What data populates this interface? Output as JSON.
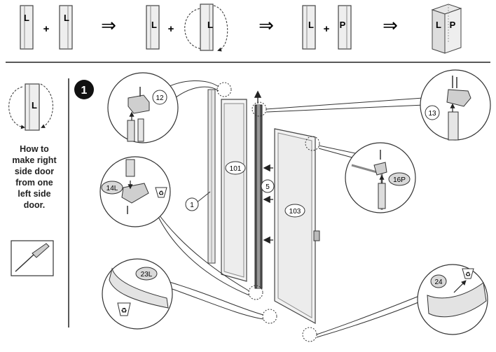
{
  "top_sequence": {
    "panel_left": "L",
    "panel_right": "P",
    "plus": "+",
    "arrow": "⇒"
  },
  "step": {
    "number": "1"
  },
  "side_note": {
    "text": "How to\nmake right\nside door\nfrom one\nleft side\ndoor."
  },
  "callouts": {
    "c12": "12",
    "c13": "13",
    "c14L": "14L",
    "c16P": "16P",
    "c23L": "23L",
    "c24": "24"
  },
  "parts": {
    "p1": "1",
    "p101": "101",
    "p5": "5",
    "p103": "103"
  },
  "icons": {
    "recycle": "recycle-icon",
    "screwdriver": "screwdriver-icon",
    "rotate": "rotate-arrow-icon"
  }
}
